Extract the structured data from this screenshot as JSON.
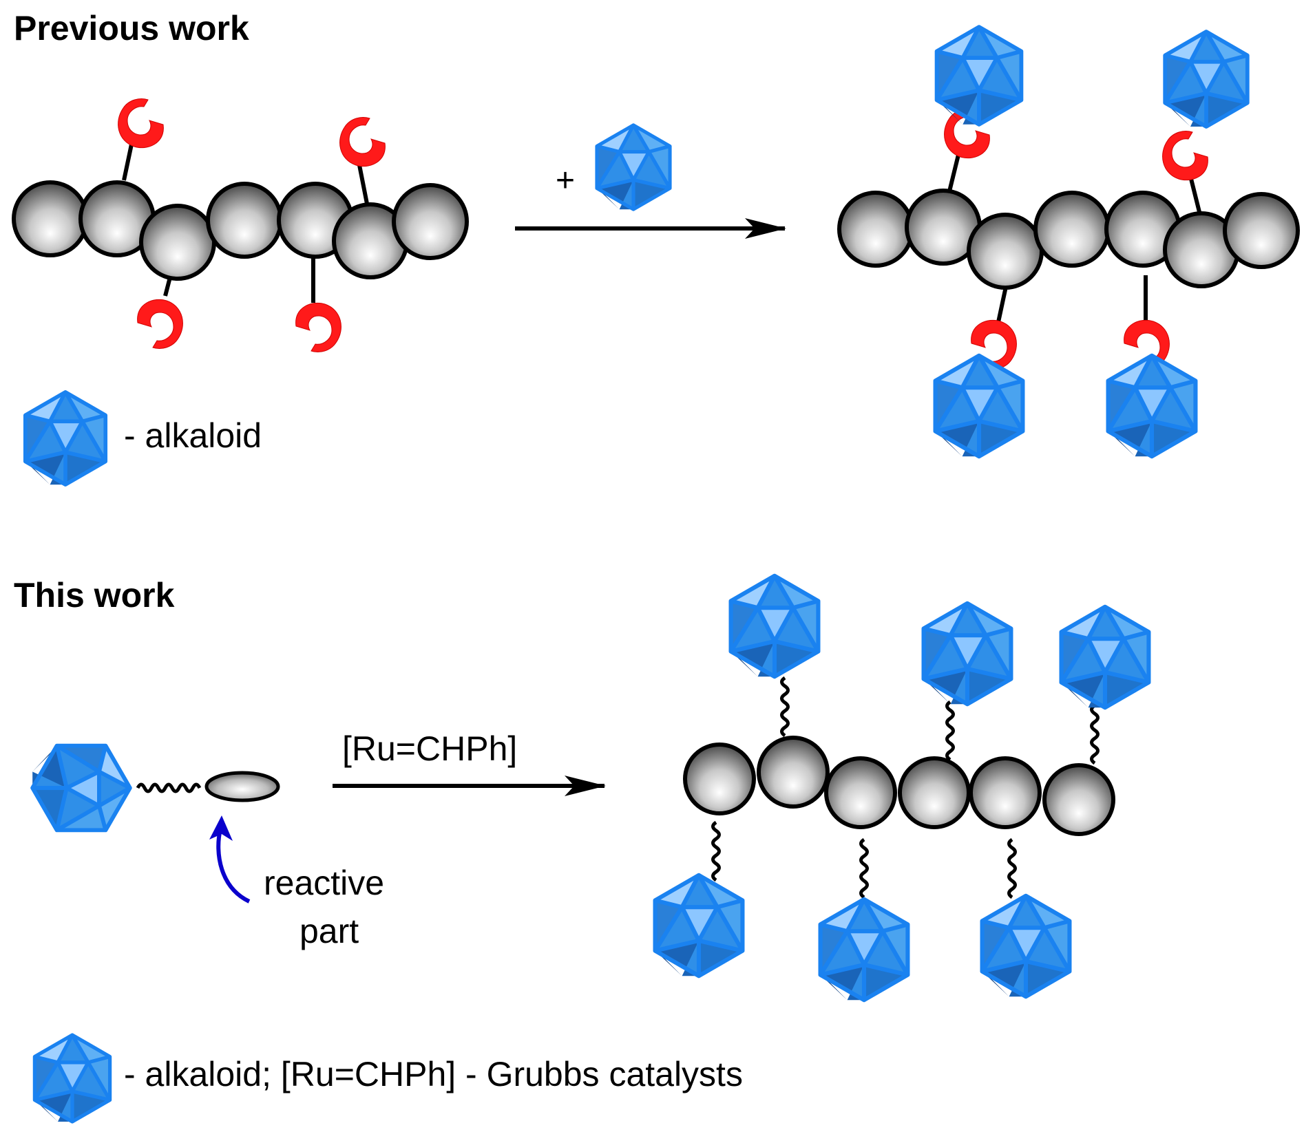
{
  "previous": {
    "heading": "Previous work",
    "plus": "+",
    "legend_text": "- alkaloid"
  },
  "current": {
    "heading": "This work",
    "reagent": "[Ru=CHPh]",
    "annotation_line1": "reactive",
    "annotation_line2": "part",
    "legend_text": "- alkaloid; [Ru=CHPh] - Grubbs catalysts"
  },
  "colors": {
    "alkaloid": "#2f8fe8",
    "receptor": "#ff1a1a",
    "arrow": "#000000",
    "annotation_arrow": "#0a00cc"
  },
  "icons": [
    "alkaloid-icosahedron-icon",
    "receptor-hook-icon",
    "polymer-bead-icon"
  ]
}
